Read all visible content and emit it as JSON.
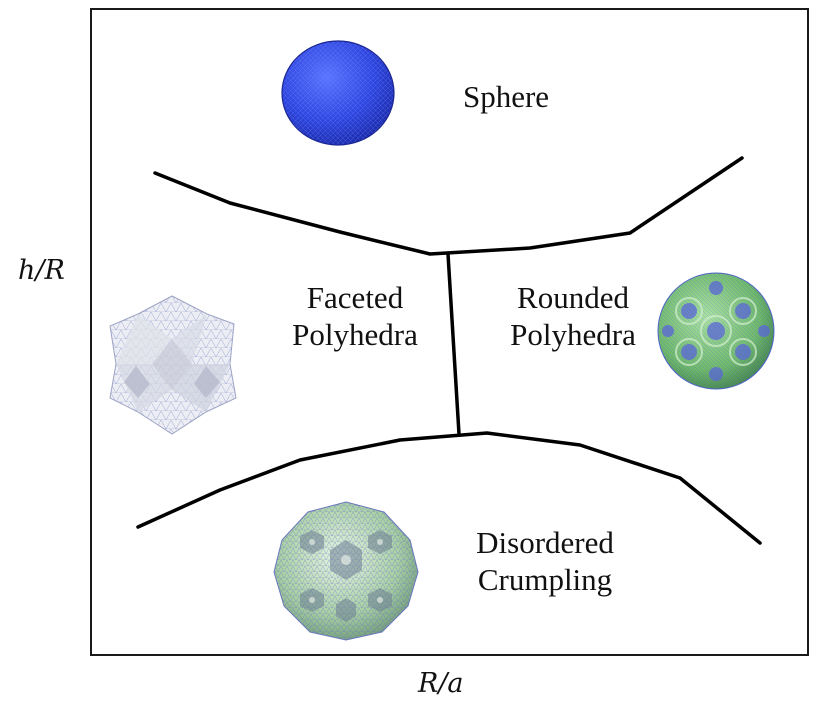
{
  "axes": {
    "x_label": "R/a",
    "y_label": "h/R"
  },
  "regions": {
    "sphere": "Sphere",
    "faceted": [
      "Faceted",
      "Polyhedra"
    ],
    "rounded": [
      "Rounded",
      "Polyhedra"
    ],
    "disordered": [
      "Disordered",
      "Crumpling"
    ]
  },
  "colors": {
    "boundary": "#000000",
    "sphere": "#2f47e0",
    "faceted": "#e4e6f0",
    "rounded": "#7fbf7a",
    "disordered": "#b7d4b0"
  }
}
